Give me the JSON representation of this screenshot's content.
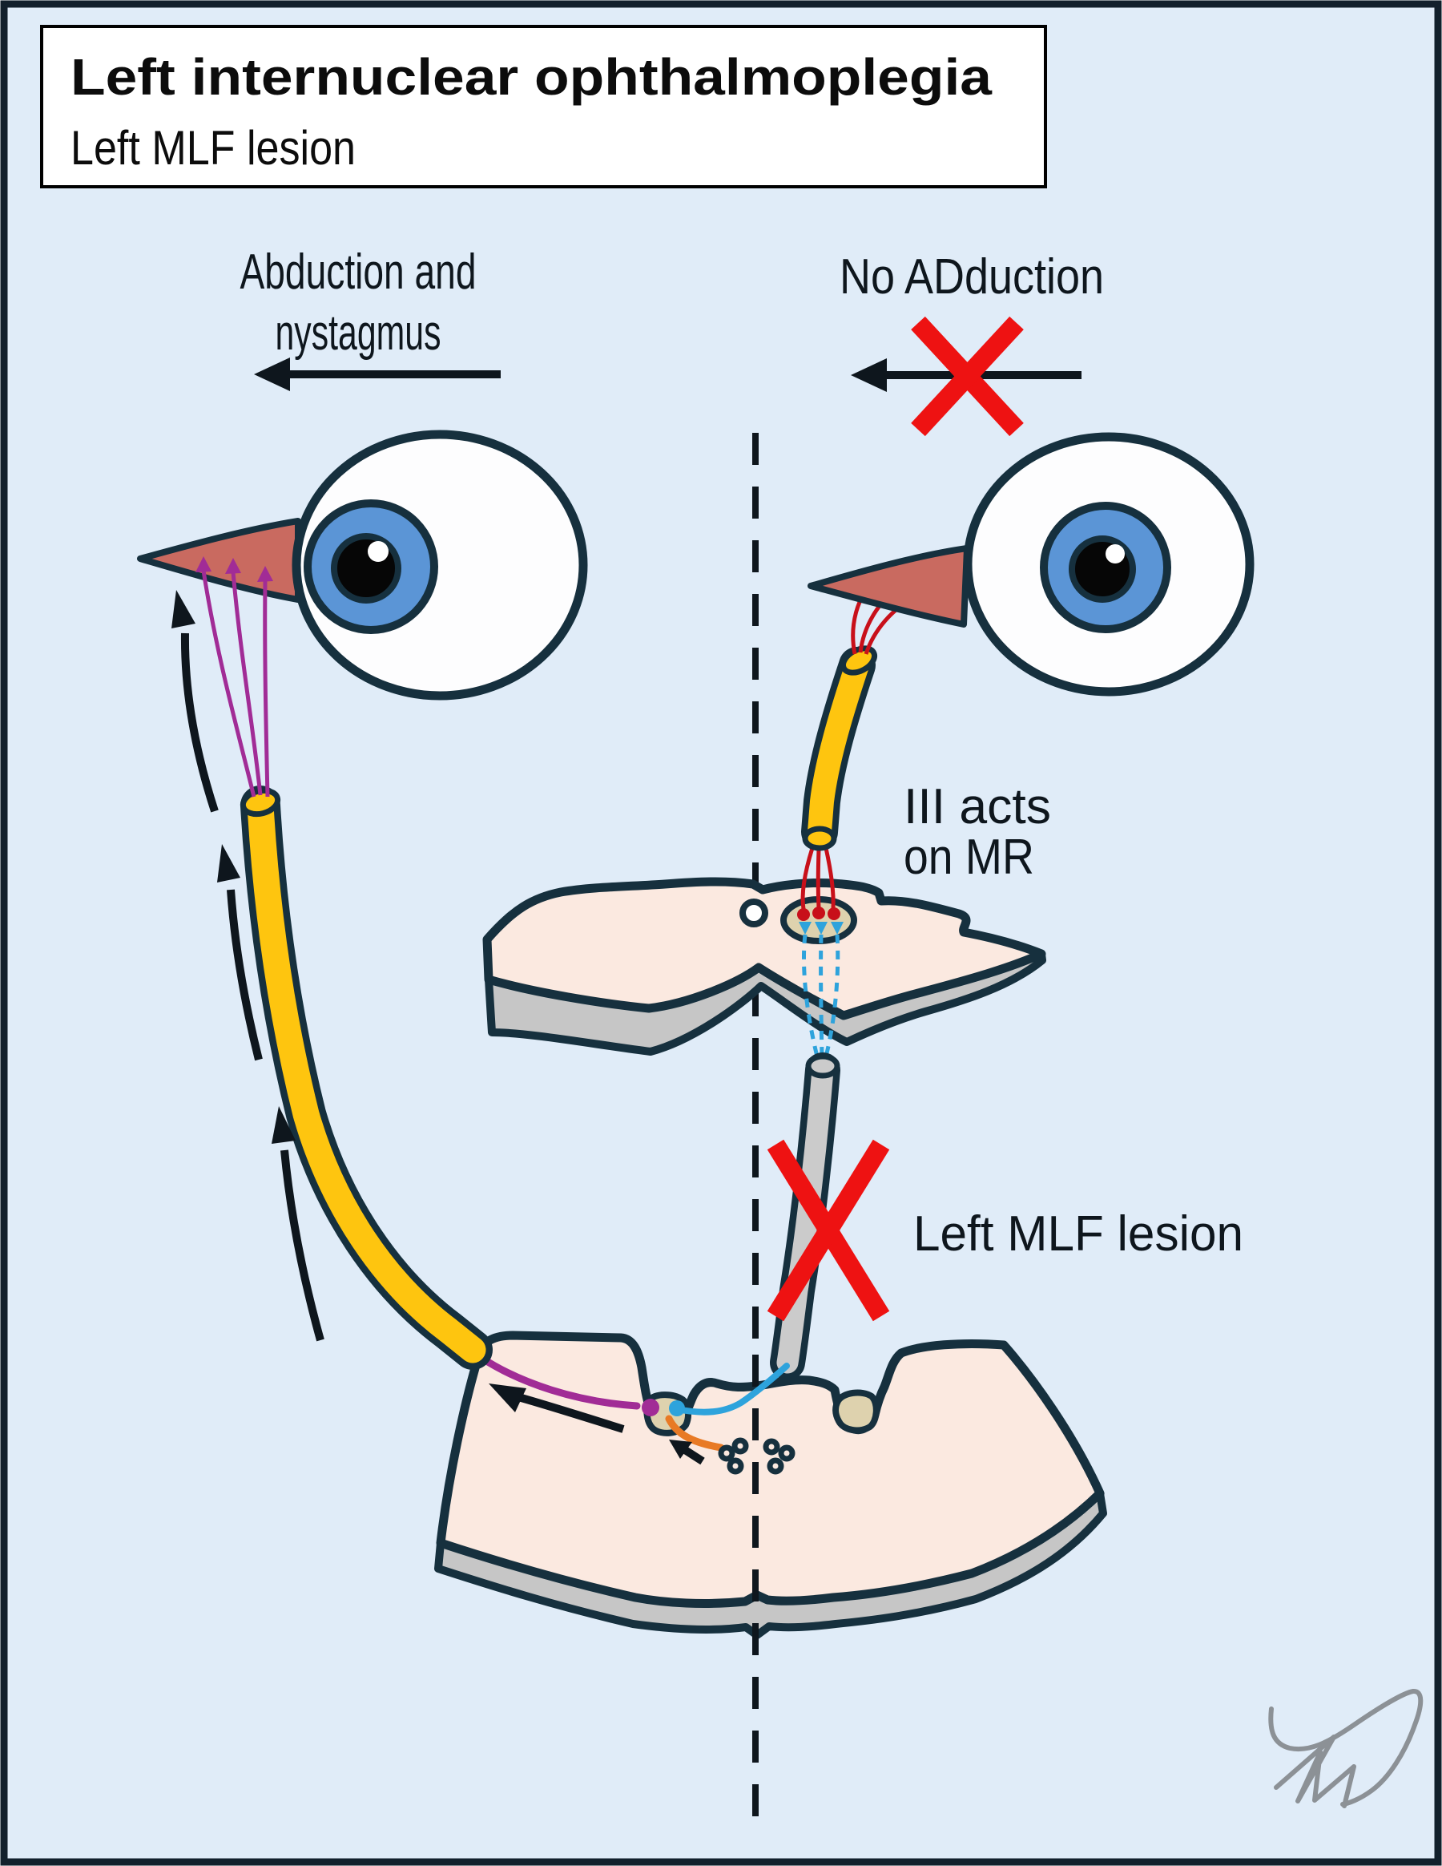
{
  "title": {
    "heading": "Left internuclear ophthalmoplegia",
    "subheading": "Left MLF lesion"
  },
  "labels": {
    "left_eye_line1": "Abduction and",
    "left_eye_line2": "nystagmus",
    "right_eye": "No ADduction",
    "cn3_line1": "III acts",
    "cn3_line2": "on MR",
    "lesion": "Left MLF lesion"
  },
  "icons": [
    {
      "name": "no-adduction-cross-icon",
      "meaning": "blocked gaze direction",
      "glyph": "✕"
    },
    {
      "name": "mlf-lesion-cross-icon",
      "meaning": "lesion of left MLF",
      "glyph": "✕"
    },
    {
      "name": "gaze-direction-arrow",
      "meaning": "leftward gaze",
      "glyph": "←"
    },
    {
      "name": "signal-direction-arrow",
      "meaning": "nerve impulse direction",
      "glyph": "↑"
    }
  ],
  "colors": {
    "background": "#e0ecf8",
    "border": "#12202c",
    "outline": "#16303e",
    "ink": "#0e161d",
    "tissue_pink": "#fbe9e0",
    "tissue_gray": "#c6c6c6",
    "nucleus_beige": "#ded2ae",
    "nerve_yellow": "#fec50f",
    "mlf_gray": "#cbcbcb",
    "muscle_red": "#c96a60",
    "iris_blue": "#5b95d6",
    "purple": "#a12c96",
    "blue": "#2ea3dc",
    "orange": "#e87a25",
    "red_fiber": "#c8101a",
    "cross_red": "#ee1212",
    "signature_gray": "#8c9196"
  }
}
